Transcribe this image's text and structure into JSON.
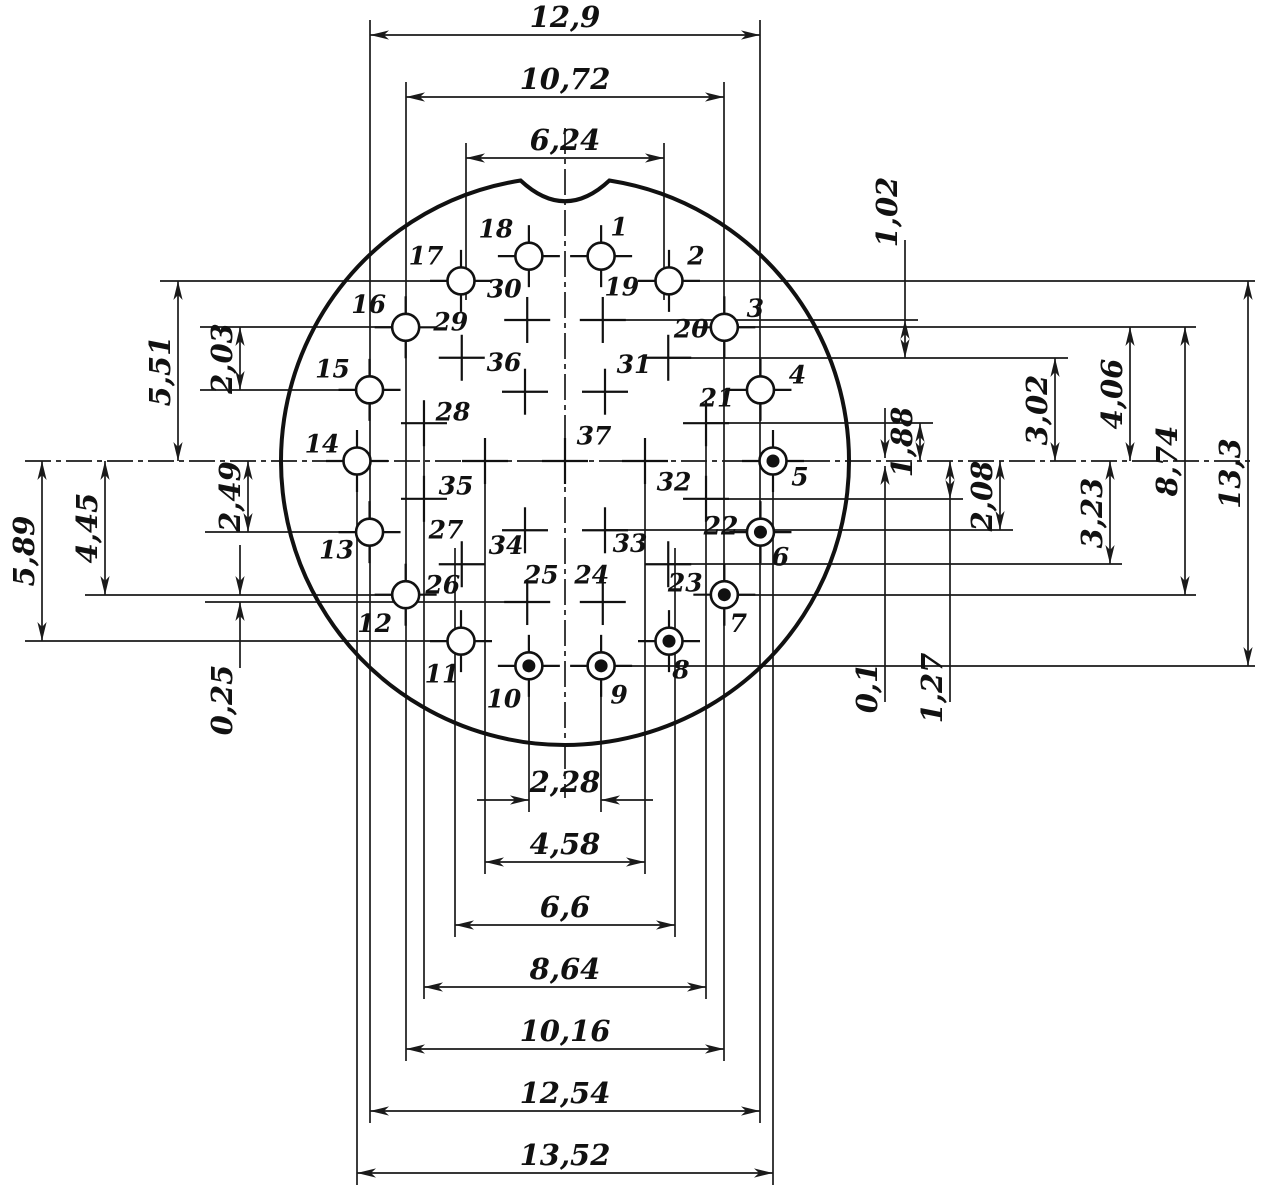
{
  "drawing": {
    "type": "connector-face-pinout",
    "pin_count": 37
  },
  "pins": {
    "numbers": [
      "1",
      "2",
      "3",
      "4",
      "5",
      "6",
      "7",
      "8",
      "9",
      "10",
      "11",
      "12",
      "13",
      "14",
      "15",
      "16",
      "17",
      "18",
      "19",
      "20",
      "21",
      "22",
      "23",
      "24",
      "25",
      "26",
      "27",
      "28",
      "29",
      "30",
      "31",
      "32",
      "33",
      "34",
      "35",
      "36",
      "37"
    ]
  },
  "dimensions": {
    "top": [
      "12,9",
      "10,72",
      "6,24"
    ],
    "bottom": [
      "2,28",
      "4,58",
      "6,6",
      "8,64",
      "10,16",
      "12,54",
      "13,52"
    ],
    "left": [
      "5,51",
      "2,03",
      "2,49",
      "4,45",
      "5,89",
      "0,25"
    ],
    "right": [
      "1,02",
      "4,06",
      "3,02",
      "1,88",
      "2,08",
      "3,23",
      "8,74",
      "13,3",
      "0,1",
      "1,27"
    ]
  },
  "colors": {
    "ink": "#1a1a1a",
    "paper": "#ffffff"
  }
}
